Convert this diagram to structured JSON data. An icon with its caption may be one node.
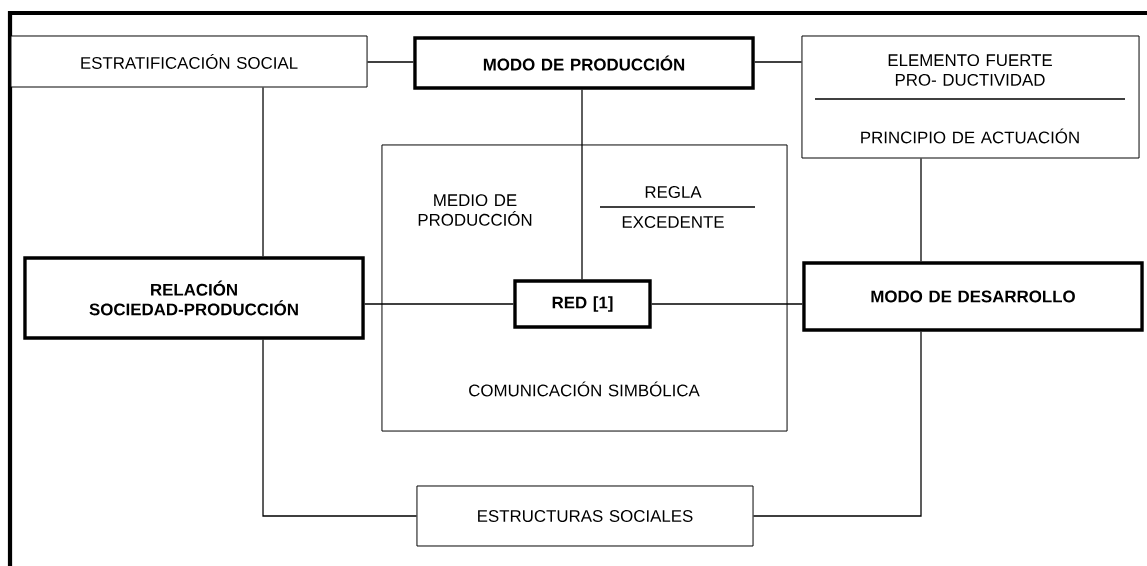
{
  "diagram": {
    "nodes": [
      {
        "text": [
          "ESTRATIFICACIÓN SOCIAL"
        ]
      },
      {
        "text": [
          "MODO DE PRODUCCIÓN"
        ]
      },
      {
        "text": [
          "ELEMENTO FUERTE PRO- DUCTIVIDAD",
          "PRINCIPIO DE ACTUACIÓN"
        ]
      },
      {
        "text": [
          "MEDIO DE PRODUCCIÓN",
          "REGLA",
          "EXCEDENTE",
          "COMUNICACIÓN SIMBÓLICA"
        ]
      },
      {
        "text": [
          "RELACIÓN SOCIEDAD-PRODUCCIÓN"
        ]
      },
      {
        "text": [
          "RED [1]"
        ],
        "in": 3
      },
      {
        "text": [
          "MODO DE DESARROLLO"
        ]
      },
      {
        "text": [
          "ESTRUCTURAS SOCIALES"
        ]
      }
    ],
    "edges": [
      {
        "from": 0,
        "to": 1,
        "arrow": "none"
      },
      {
        "from": 1,
        "to": 2,
        "arrow": "none"
      },
      {
        "from": 0,
        "to": 4,
        "arrow": "none"
      },
      {
        "from": 1,
        "to": 5,
        "arrow": "none"
      },
      {
        "from": 2,
        "to": 6,
        "arrow": "none"
      },
      {
        "from": 4,
        "to": 5,
        "arrow": "none"
      },
      {
        "from": 5,
        "to": 6,
        "arrow": "none"
      },
      {
        "from": 4,
        "to": 7,
        "arrow": "none"
      },
      {
        "from": 6,
        "to": 7,
        "arrow": "none"
      }
    ]
  }
}
